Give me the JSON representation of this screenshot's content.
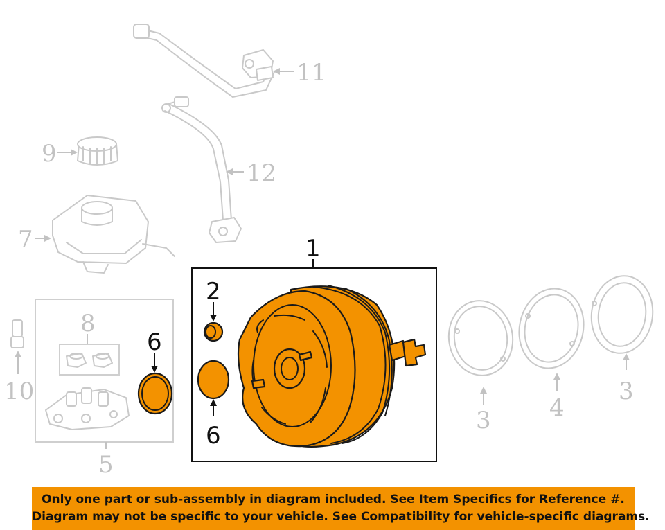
{
  "callouts": {
    "c1": "1",
    "c2": "2",
    "c3a": "3",
    "c3b": "3",
    "c4": "4",
    "c5": "5",
    "c6a": "6",
    "c6b": "6",
    "c7": "7",
    "c8": "8",
    "c9": "9",
    "c10": "10",
    "c11": "11",
    "c12": "12"
  },
  "notice": {
    "line1": "Only one part or sub-assembly in diagram included. See Item Specifics for Reference #.",
    "line2": "Diagram may not be specific to your vehicle. See Compatibility for vehicle-specific diagrams.",
    "background_color": "#f39200"
  },
  "colors": {
    "highlight_part": "#f39200",
    "ghost_part": "#c9c9c9",
    "callout_grey": "#c2c2c2",
    "callout_dark": "#111111"
  }
}
